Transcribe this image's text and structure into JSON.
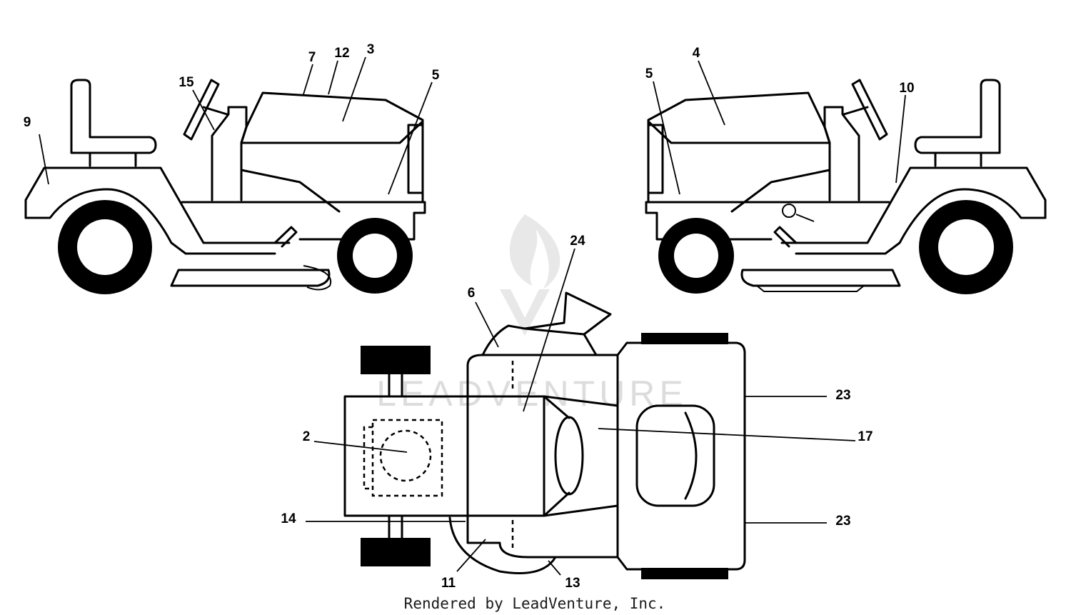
{
  "callouts": {
    "c2": "2",
    "c3": "3",
    "c4": "4",
    "c5a": "5",
    "c5b": "5",
    "c6": "6",
    "c7": "7",
    "c9": "9",
    "c10": "10",
    "c11": "11",
    "c12": "12",
    "c13": "13",
    "c14": "14",
    "c15": "15",
    "c17": "17",
    "c23a": "23",
    "c23b": "23",
    "c24": "24"
  },
  "watermark": "LEADVENTURE",
  "footer": "Rendered by LeadVenture, Inc."
}
